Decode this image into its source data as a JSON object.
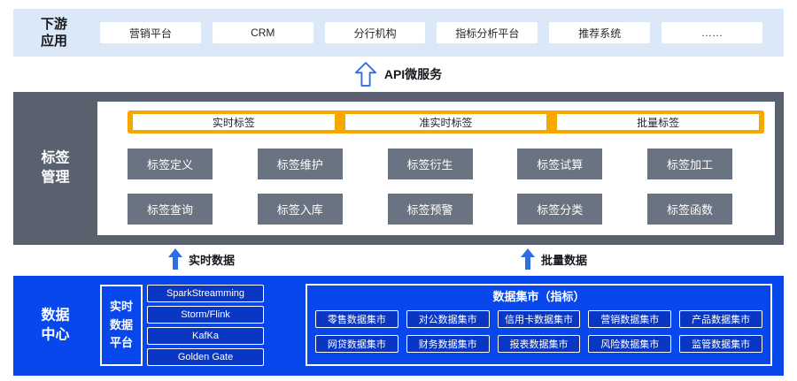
{
  "downstream": {
    "label": "下游\n应用",
    "items": [
      "营销平台",
      "CRM",
      "分行机构",
      "指标分析平台",
      "推荐系统",
      "……"
    ]
  },
  "api": {
    "label": "API微服务"
  },
  "tag_management": {
    "label": "标签\n管理",
    "tag_types": [
      "实时标签",
      "准实时标签",
      "批量标签"
    ],
    "functions": [
      [
        "标签定义",
        "标签维护",
        "标签衍生",
        "标签试算",
        "标签加工"
      ],
      [
        "标签查询",
        "标签入库",
        "标签预警",
        "标签分类",
        "标签函数"
      ]
    ]
  },
  "flows": {
    "left": "实时数据",
    "right": "批量数据"
  },
  "data_center": {
    "label": "数据\n中心",
    "realtime_platform": {
      "label": "实时\n数据\n平台",
      "items": [
        "SparkStreamming",
        "Storm/Flink",
        "KafKa",
        "Golden Gate"
      ]
    },
    "data_mart": {
      "title": "数据集市（指标）",
      "items": [
        [
          "零售数据集市",
          "对公数据集市",
          "信用卡数据集市",
          "营销数据集市",
          "产品数据集市"
        ],
        [
          "网贷数据集市",
          "财务数据集市",
          "报表数据集市",
          "风险数据集市",
          "监管数据集市"
        ]
      ]
    }
  },
  "colors": {
    "top_band": "#dbe8f7",
    "mid_band": "#59616f",
    "orange_bar": "#f7a800",
    "function_box": "#6a7381",
    "bottom_band": "#0847ec",
    "inner_box": "#0a36c4",
    "arrow_blue": "#2e6ee0"
  }
}
